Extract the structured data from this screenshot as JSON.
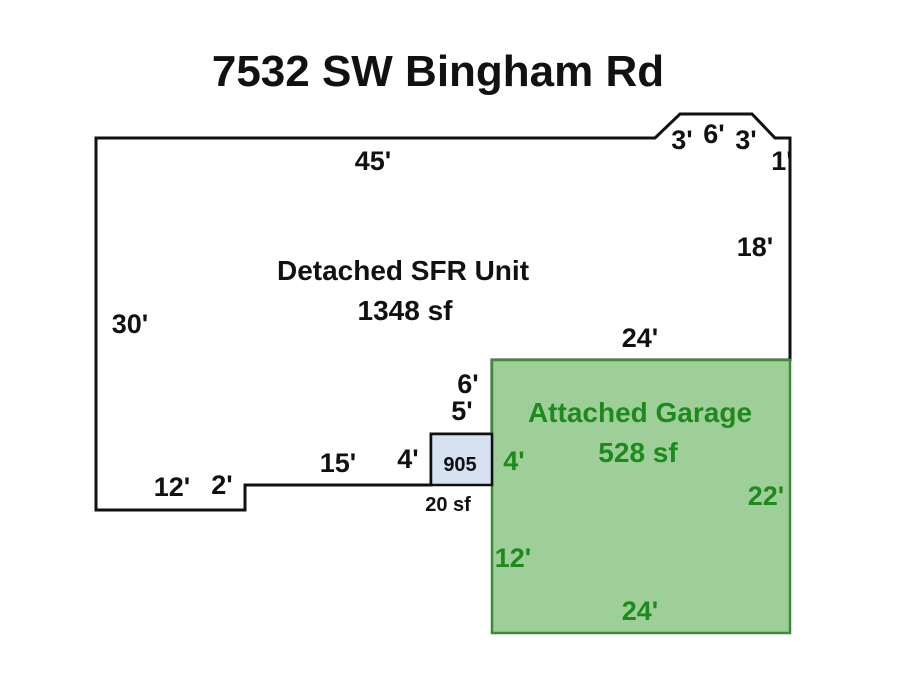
{
  "title": "7532 SW Bingham Rd",
  "house": {
    "label": "Detached SFR Unit",
    "area": "1348 sf",
    "dims": {
      "top": "45'",
      "left": "30'",
      "right": "18'",
      "bottom_left": "12'",
      "step": "2'",
      "bottom_mid": "15'",
      "bump_left": "4'",
      "notch_upper": "6'",
      "notch_lower": "5'",
      "inner": "24'",
      "bay_left": "3'",
      "bay_top": "6'",
      "bay_right": "3'",
      "bay_down": "1'"
    }
  },
  "garage": {
    "label": "Attached Garage",
    "area": "528 sf",
    "dims": {
      "right": "22'",
      "bottom": "24'",
      "left_lower": "12'",
      "left_upper": "4'"
    }
  },
  "bump": {
    "code": "905",
    "area": "20 sf"
  },
  "colors": {
    "outline": "#111111",
    "garage_fill": "#9ecf98",
    "garage_stroke": "#3e8a3a",
    "garage_text": "#1e8a1e",
    "bump_fill": "#d6e1f2"
  }
}
